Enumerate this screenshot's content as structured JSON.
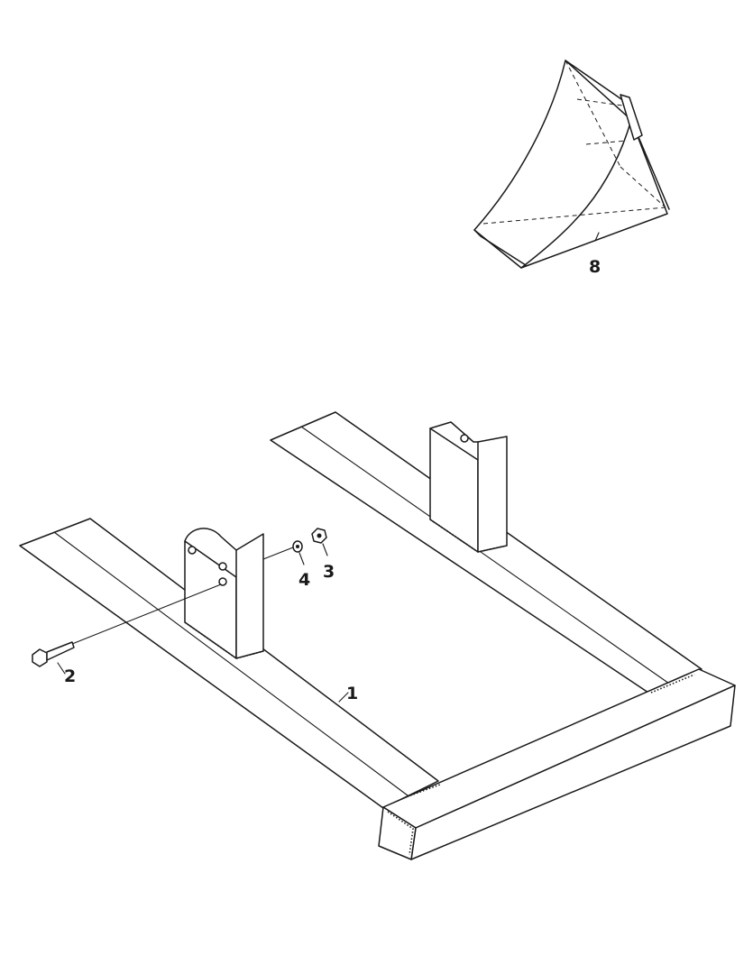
{
  "callouts": {
    "frame": "1",
    "bolt": "2",
    "nut": "3",
    "washer": "4",
    "scoop": "8"
  },
  "colors": {
    "ink": "#1a1a1a",
    "paper": "#ffffff"
  }
}
